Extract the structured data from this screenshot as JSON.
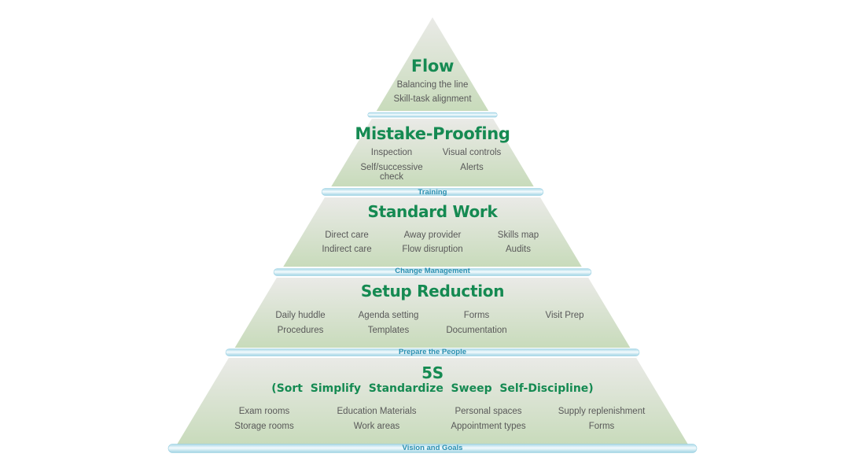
{
  "levels": [
    {
      "title": "Flow",
      "items": [
        "Balancing the line",
        "Skill-task alignment"
      ]
    },
    {
      "title": "Mistake-Proofing",
      "items": [
        "Inspection",
        "Visual controls",
        "Self/successive check",
        "Alerts"
      ]
    },
    {
      "title": "Standard Work",
      "items": [
        "Direct care",
        "Away provider",
        "Skills map",
        "Indirect care",
        "Flow disruption",
        "Audits"
      ]
    },
    {
      "title": "Setup Reduction",
      "items": [
        "Daily huddle",
        "Agenda setting",
        "Forms",
        "Visit Prep",
        "Procedures",
        "Templates",
        "Documentation"
      ]
    },
    {
      "title": "5S",
      "subtitle": "(Sort  Simplify  Standardize  Sweep  Self-Discipline)",
      "items": [
        "Exam rooms",
        "Education Materials",
        "Personal spaces",
        "Supply replenishment",
        "Storage rooms",
        "Work areas",
        "Appointment types",
        "Forms"
      ]
    }
  ],
  "foundations": [
    "Training",
    "Change Management",
    "Prepare the People",
    "Vision and Goals"
  ],
  "colors": {
    "title": "#158a52",
    "text": "#595959",
    "band_text": "#2a8fb0",
    "tier_top": "#e9e9e6",
    "tier_bottom": "#c9dbbd",
    "band": "#bfe3ef"
  }
}
